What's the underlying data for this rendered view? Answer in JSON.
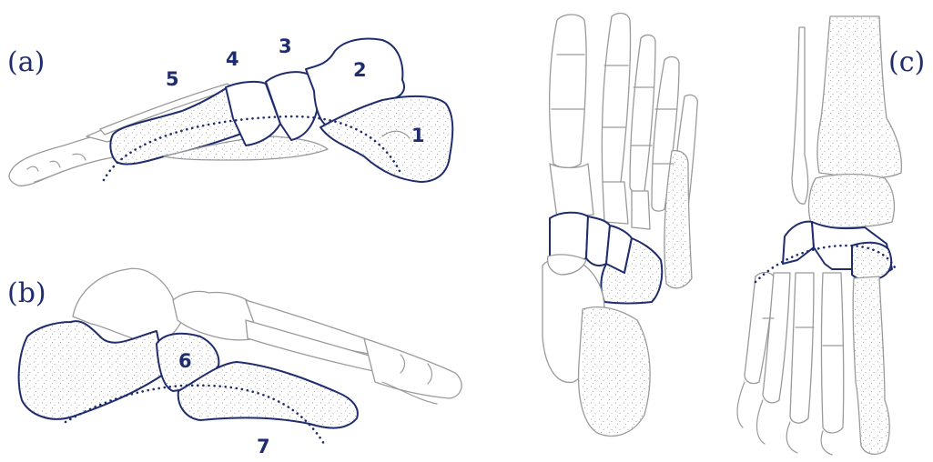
{
  "panels": {
    "a": "(a)",
    "b": "(b)",
    "c": "(c)"
  },
  "bones": {
    "b1": "1",
    "b2": "2",
    "b3": "3",
    "b4": "4",
    "b5": "5",
    "b6": "6",
    "b7": "7"
  },
  "colors": {
    "outline_highlight": "#1f2d6e",
    "outline_bone": "#9a9a9a",
    "background": "#ffffff"
  }
}
